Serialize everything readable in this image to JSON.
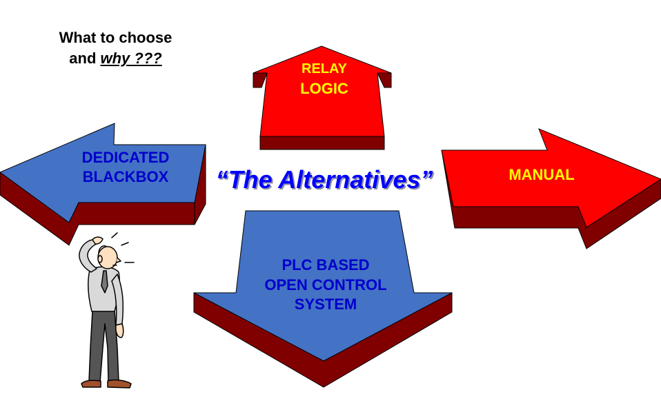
{
  "question": {
    "line1": "What to choose",
    "line2_prefix": "and ",
    "line2_emphasis": "why ???"
  },
  "title": "“The Alternatives”",
  "alternatives": {
    "relay": {
      "line1": "RELAY",
      "line2": "LOGIC"
    },
    "blackbox": {
      "line1": "DEDICATED",
      "line2": "BLACKBOX"
    },
    "manual": {
      "line1": "MANUAL"
    },
    "plc": {
      "line1": "PLC BASED",
      "line2": "OPEN CONTROL",
      "line3": "SYSTEM"
    }
  },
  "colors": {
    "red_face": "#ff0000",
    "red_depth": "#800000",
    "blue_face": "#4472c4",
    "blue_depth": "#800000",
    "yellow_text": "#ffff00",
    "blue_text": "#0000cc",
    "title_text": "#0000ff",
    "outline": "#000000"
  },
  "icons": {
    "person": "confused-man-scratching-head-icon"
  }
}
